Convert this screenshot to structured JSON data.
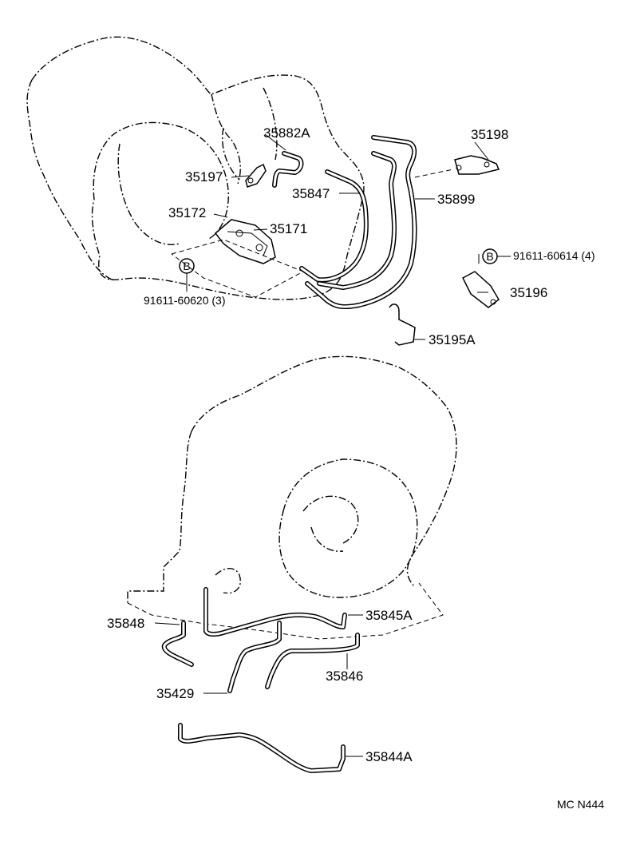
{
  "labels": {
    "p35882a": "35882A",
    "p35198": "35198",
    "p35197": "35197",
    "p35847": "35847",
    "p35899": "35899",
    "p35172": "35172",
    "p35171": "35171",
    "bolt_b1_letter": "B",
    "p91611_60620": "91611-60620 (3)",
    "bolt_b2_letter": "B",
    "p91611_60614": "91611-60614 (4)",
    "p35196": "35196",
    "p35195a": "35195A",
    "p35848": "35848",
    "p35845a": "35845A",
    "p35846": "35846",
    "p35429": "35429",
    "p35844a": "35844A",
    "figure_code": "MC N444"
  }
}
